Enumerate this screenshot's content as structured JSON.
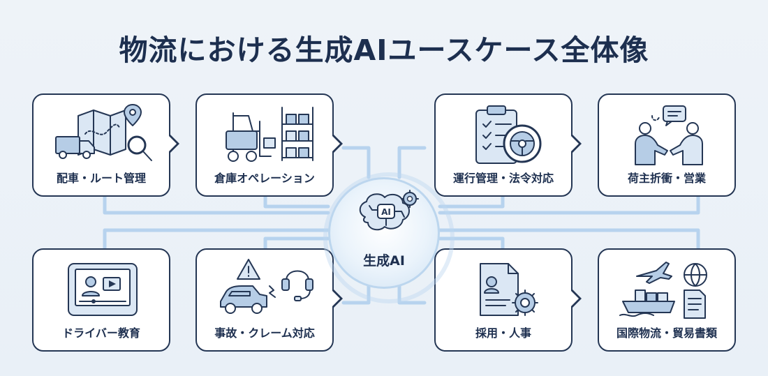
{
  "title": "物流における生成AIユースケース全体像",
  "hub": {
    "label": "生成AI",
    "badge": "AI"
  },
  "cards": [
    {
      "label": "配車・ルート管理"
    },
    {
      "label": "倉庫オペレーション"
    },
    {
      "label": "運行管理・法令対応"
    },
    {
      "label": "荷主折衝・営業"
    },
    {
      "label": "ドライバー教育"
    },
    {
      "label": "事故・クレーム対応"
    },
    {
      "label": "採用・人事"
    },
    {
      "label": "国際物流・貿易書類"
    }
  ],
  "colors": {
    "background": "#eef3f8",
    "card_border": "#243654",
    "text": "#1d2f4f",
    "connector": "#b7d3ee",
    "icon_fill": "#b6cde6"
  },
  "icons": [
    "map-truck-icon",
    "forklift-shelf-icon",
    "clipboard-steering-icon",
    "handshake-chat-icon",
    "tablet-video-icon",
    "accident-headset-icon",
    "resume-gear-icon",
    "plane-ship-globe-icon"
  ]
}
